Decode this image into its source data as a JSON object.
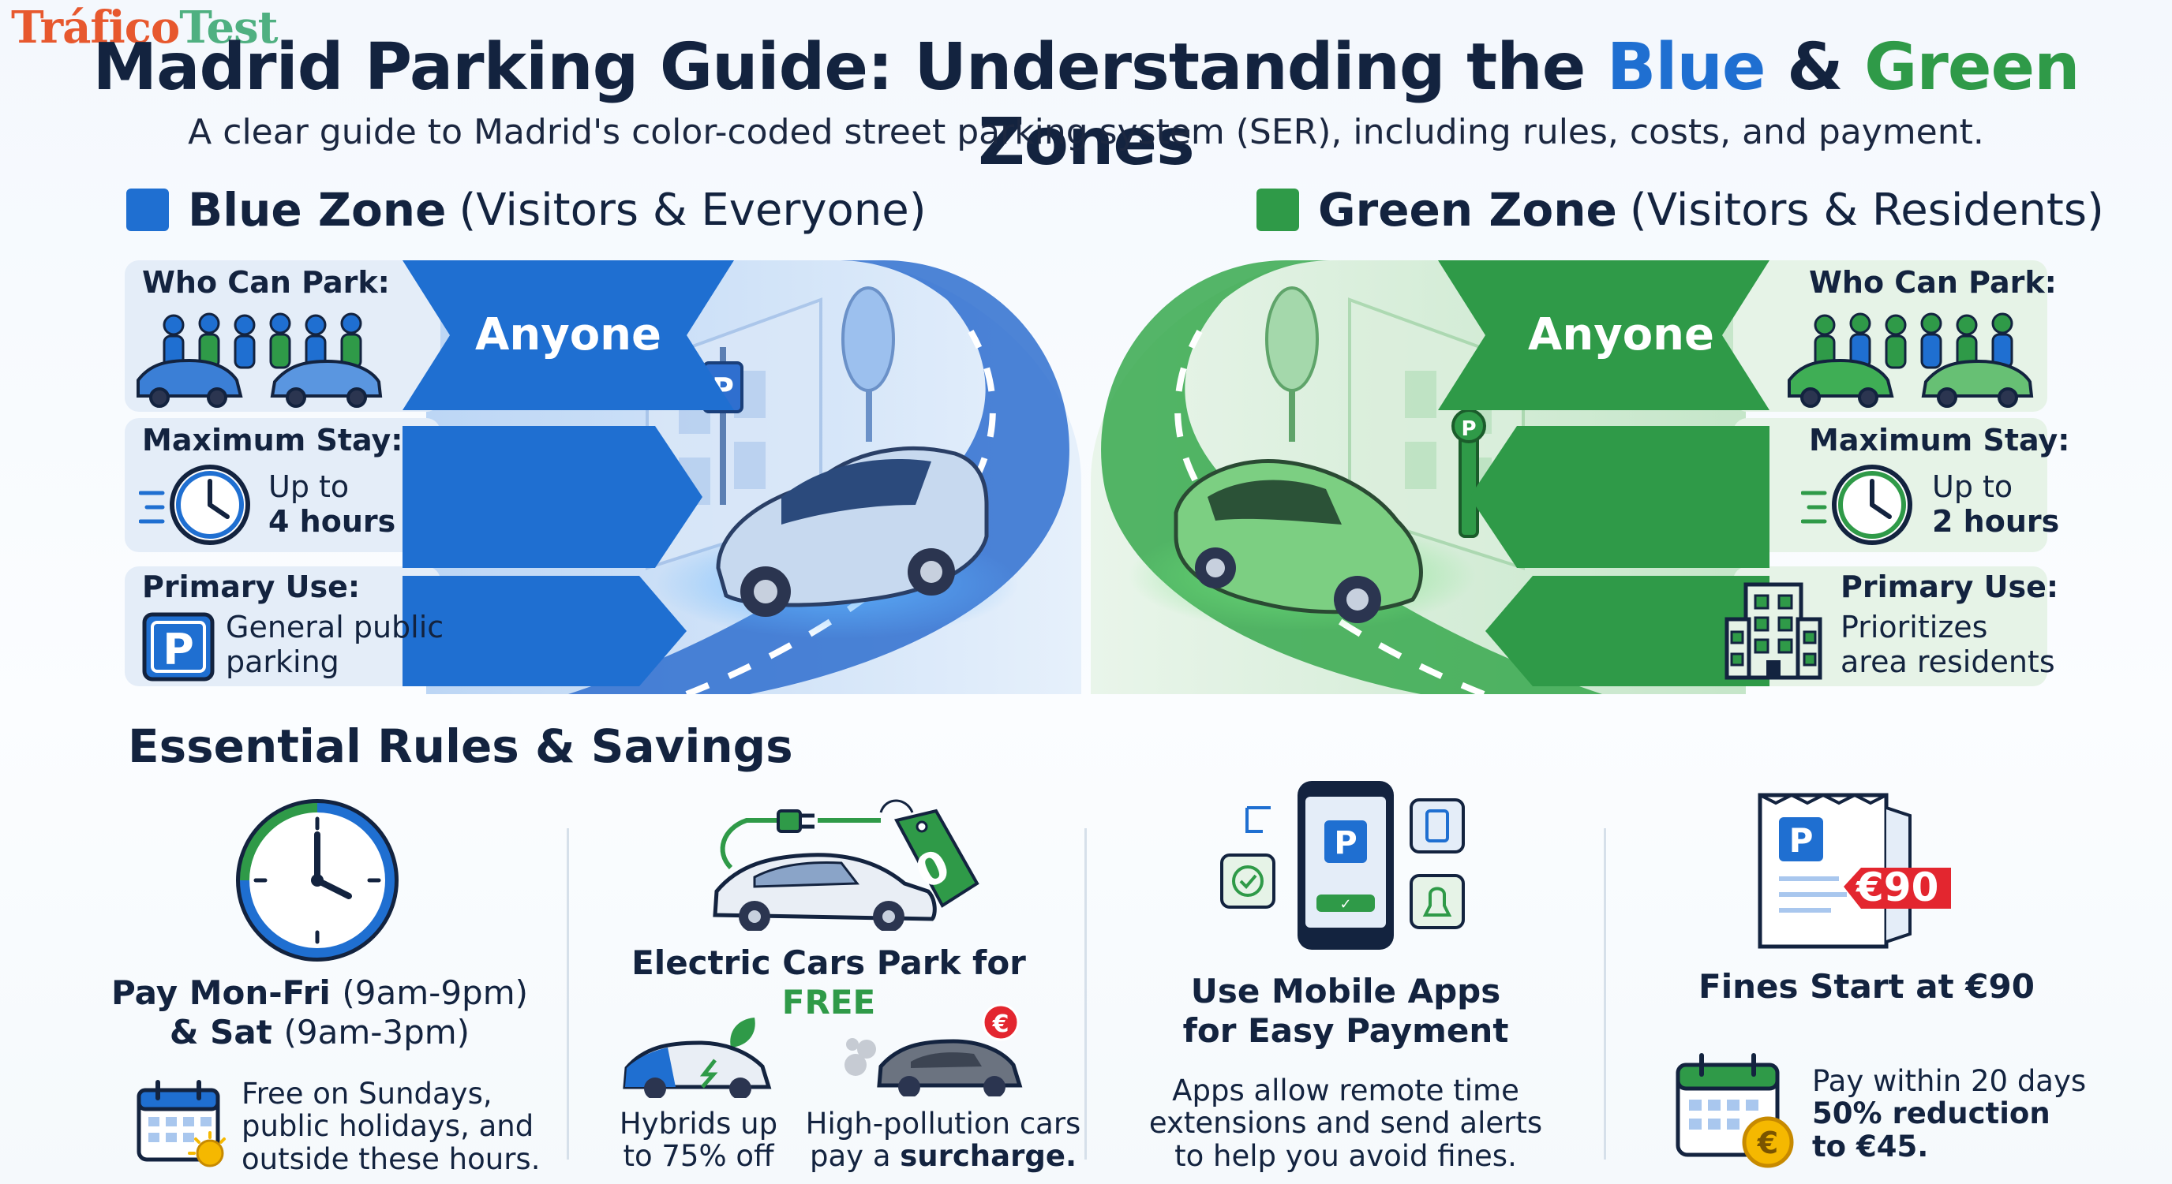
{
  "brand": {
    "part1": "Tráfico",
    "part2": "Test"
  },
  "header": {
    "title_pre": "Madrid Parking Guide: Understanding the ",
    "title_blue": "Blue",
    "title_mid": " & ",
    "title_green": "Green",
    "title_post": " Zones",
    "subtitle": "A clear guide to Madrid's color-coded street parking system (SER), including rules, costs, and payment."
  },
  "blue_zone": {
    "name": "Blue Zone",
    "qualifier": "(Visitors & Everyone)",
    "who_label": "Who Can Park:",
    "who_value": "Anyone",
    "stay_label": "Maximum Stay:",
    "stay_line1": "Up to",
    "stay_line2": "4 hours",
    "use_label": "Primary Use:",
    "use_line1": "General public",
    "use_line2": "parking"
  },
  "green_zone": {
    "name": "Green Zone",
    "qualifier": "(Visitors & Residents)",
    "who_label": "Who Can Park:",
    "who_value": "Anyone",
    "stay_label": "Maximum Stay:",
    "stay_line1": "Up to",
    "stay_line2": "2 hours",
    "use_label": "Primary Use:",
    "use_line1": "Prioritizes",
    "use_line2": "area residents"
  },
  "rules": {
    "section_title": "Essential Rules & Savings",
    "pay": {
      "title_a": "Pay Mon-Fri",
      "title_a_hours": "(9am-9pm)",
      "title_b": "& Sat",
      "title_b_hours": "(9am-3pm)",
      "note1": "Free on Sundays,",
      "note2": "public holidays, and",
      "note3": "outside these hours."
    },
    "electric": {
      "title_pre": "Electric Cars Park for ",
      "title_free": "FREE",
      "tag": "0",
      "hybrid1": "Hybrids up",
      "hybrid2": "to 75% off",
      "pollution1": "High-pollution cars",
      "pollution2_pre": "pay a ",
      "pollution2_bold": "surcharge."
    },
    "apps": {
      "title1": "Use Mobile Apps",
      "title2": "for Easy Payment",
      "text1": "Apps allow remote time",
      "text2": "extensions and send alerts",
      "text3": "to help you avoid fines."
    },
    "fines": {
      "badge": "€90",
      "title": "Fines Start at €90",
      "text1": "Pay within 20 days",
      "text2": "50% reduction",
      "text3": "to €45."
    }
  },
  "icons": {
    "euro_symbol": "€",
    "parking_symbol": "P",
    "check_symbol": "✓"
  },
  "colors": {
    "blue": "#1f6fd1",
    "green": "#2f9a48",
    "red": "#e3262f",
    "navy": "#13233f"
  }
}
